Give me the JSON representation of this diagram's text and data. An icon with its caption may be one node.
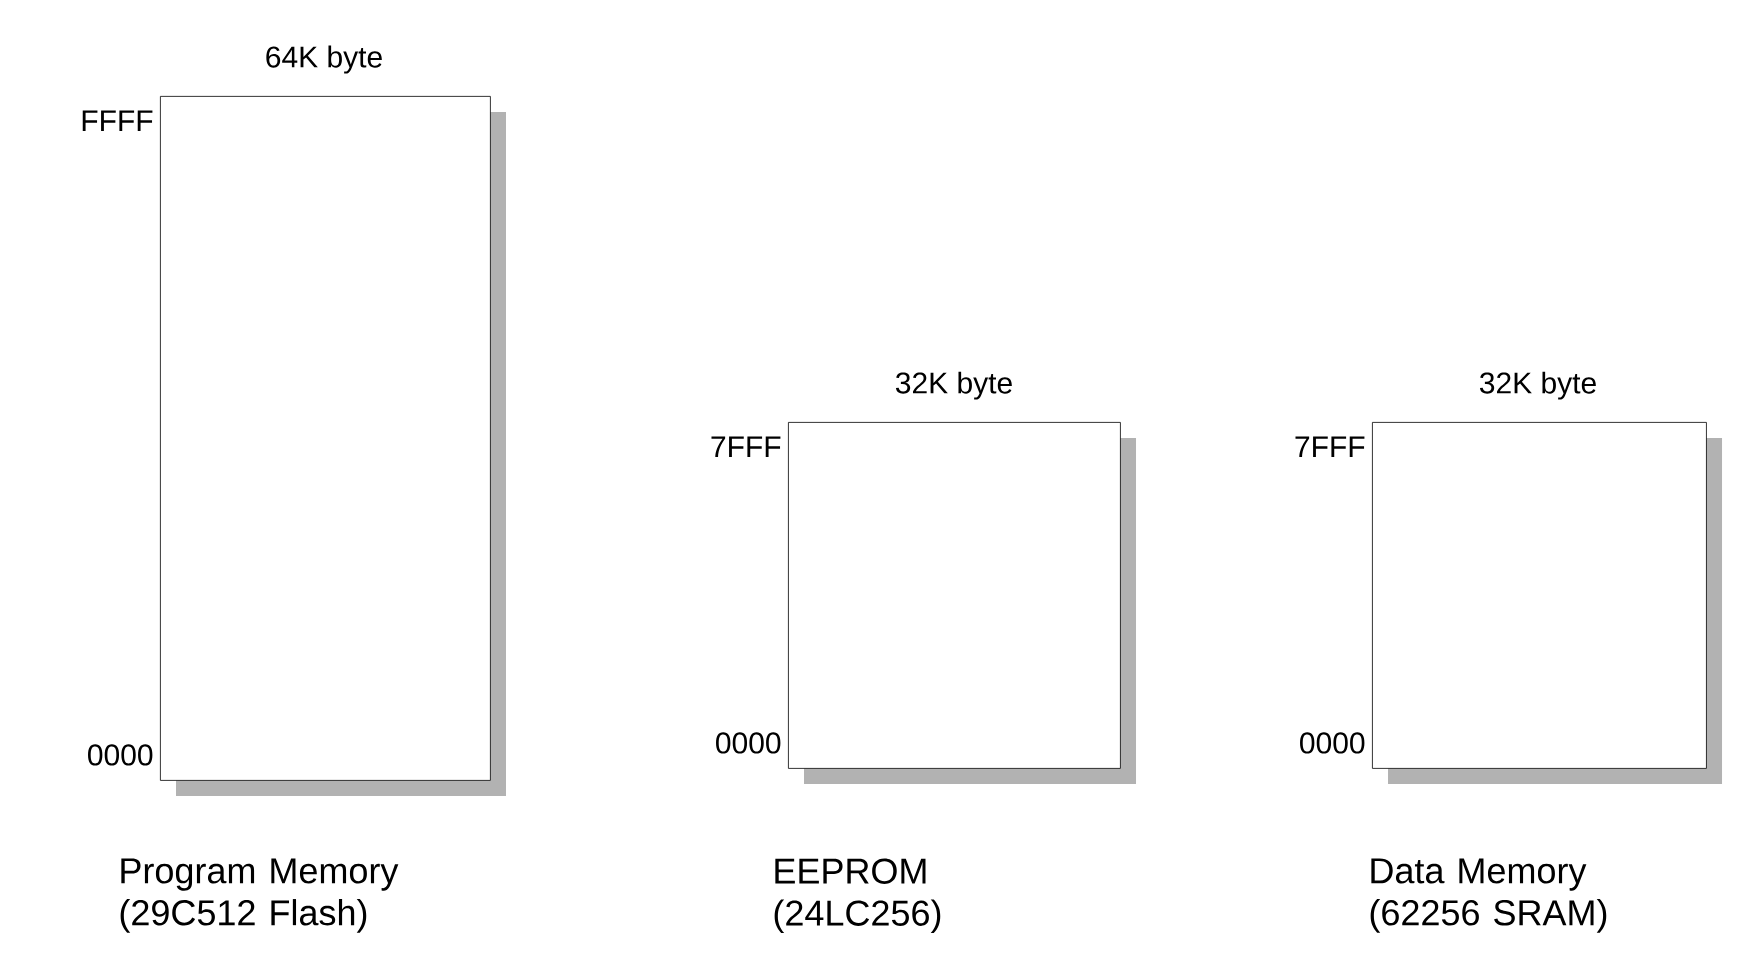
{
  "diagram": {
    "nodes": [
      {
        "text": [],
        "shape": "box",
        "beside": [
          "64K byte",
          "FFFF",
          "0000",
          "Program Memory (29C512 Flash)"
        ]
      },
      {
        "text": [],
        "shape": "box",
        "beside": [
          "32K byte",
          "7FFF",
          "0000",
          "EEPROM (24LC256)"
        ]
      },
      {
        "text": [],
        "shape": "box",
        "beside": [
          "32K byte",
          "7FFF",
          "0000",
          "Data Memory (62256 SRAM)"
        ]
      }
    ]
  }
}
